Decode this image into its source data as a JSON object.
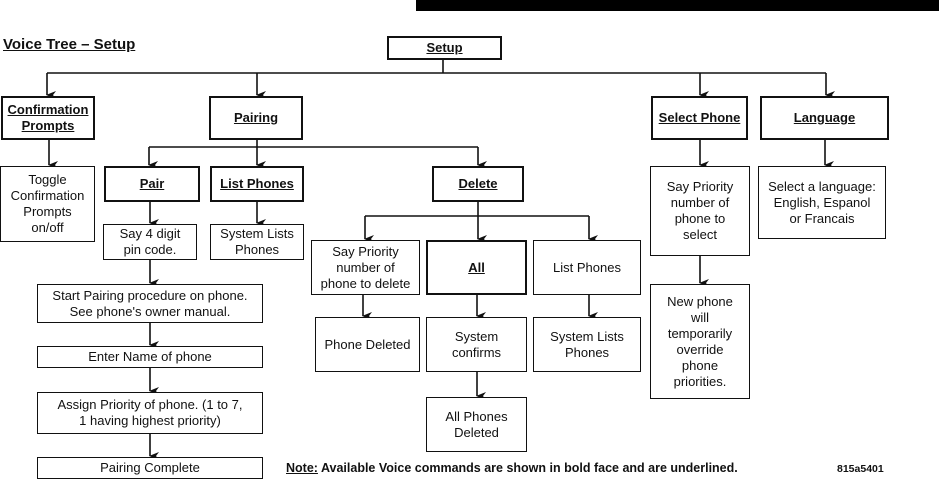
{
  "header": {
    "title": "Voice Tree – Setup"
  },
  "nodes": {
    "setup": "Setup",
    "confirmation_prompts": "Confirmation\nPrompts",
    "toggle_confirmation": "Toggle\nConfirmation\nPrompts\non/off",
    "pairing": "Pairing",
    "pair": "Pair",
    "say_pin": "Say 4 digit\npin code.",
    "start_pairing": "Start Pairing procedure on phone.\nSee phone's owner manual.",
    "enter_name": "Enter Name of phone",
    "assign_priority": "Assign Priority of phone. (1 to 7,\n1 having highest priority)",
    "pairing_complete": "Pairing Complete",
    "list_phones_cmd": "List Phones",
    "system_lists_phones_1": "System Lists\nPhones",
    "delete": "Delete",
    "say_priority_delete": "Say Priority\nnumber of\nphone to delete",
    "phone_deleted": "Phone Deleted",
    "all": "All",
    "system_confirms": "System\nconfirms",
    "all_phones_deleted": "All Phones\nDeleted",
    "list_phones_plain": "List Phones",
    "system_lists_phones_2": "System Lists\nPhones",
    "select_phone": "Select Phone",
    "say_priority_select": "Say Priority\nnumber of\nphone to\nselect",
    "new_phone_override": "New phone\nwill\ntemporarily\noverride\nphone\npriorities.",
    "language": "Language",
    "select_language": "Select a language:\nEnglish, Espanol\nor Francais"
  },
  "footer": {
    "note_label": "Note:",
    "note_text": " Available Voice commands are shown in bold face and are underlined.",
    "figure_code": "815a5401"
  }
}
